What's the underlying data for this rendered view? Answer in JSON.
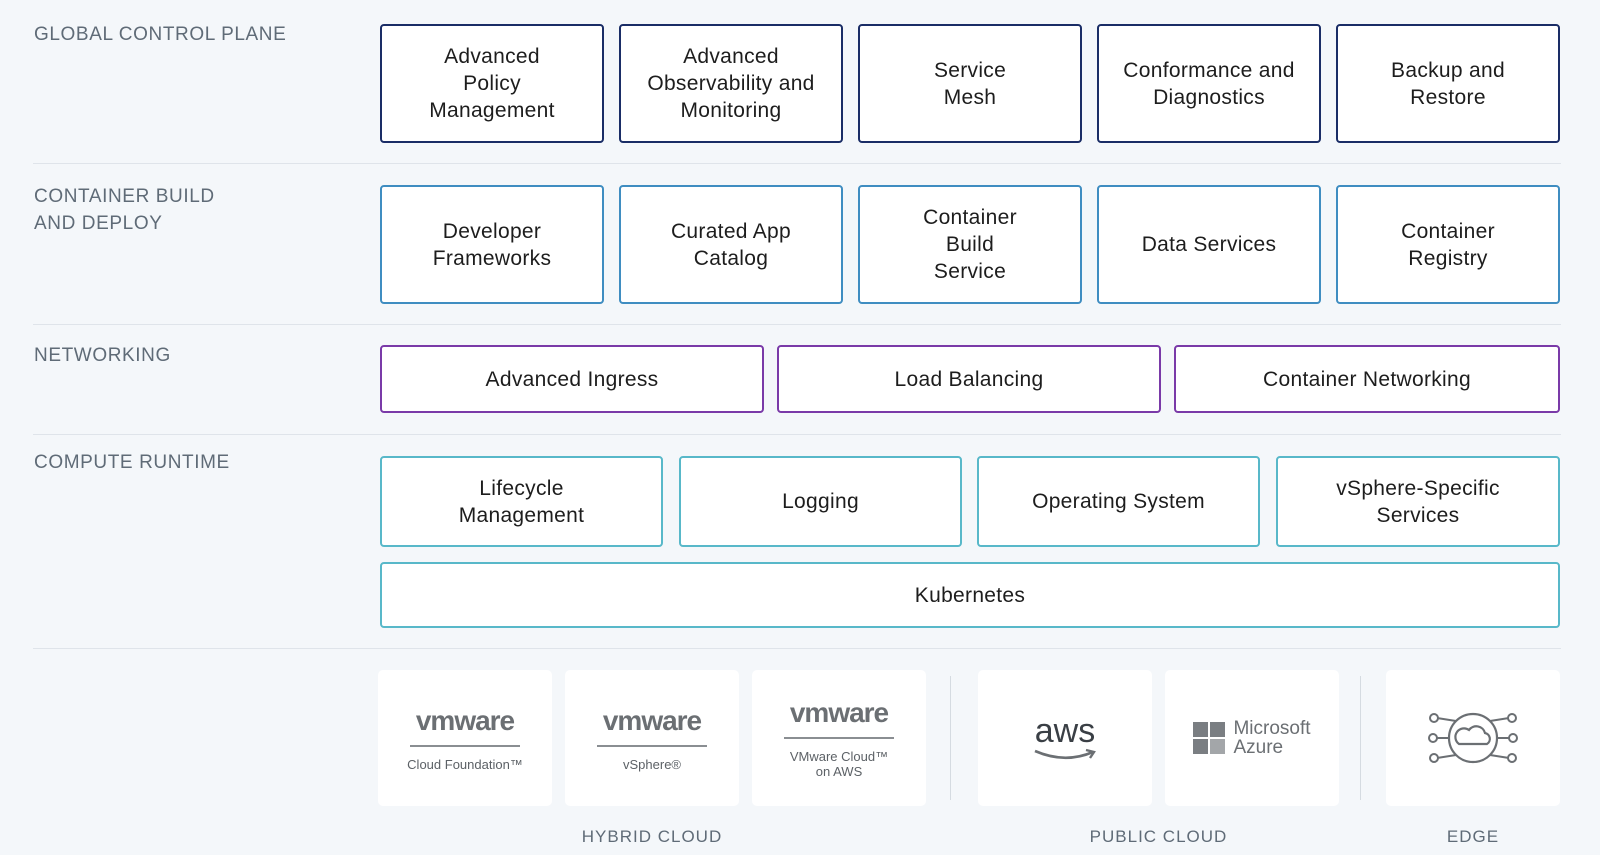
{
  "layers": {
    "global_control_plane": {
      "label": "GLOBAL CONTROL PLANE",
      "items": [
        "Advanced\nPolicy\nManagement",
        "Advanced\nObservability and\nMonitoring",
        "Service\nMesh",
        "Conformance and\nDiagnostics",
        "Backup and\nRestore"
      ],
      "border_color": "#1a2d66"
    },
    "container_build_and_deploy": {
      "label": "CONTAINER BUILD\nAND DEPLOY",
      "items": [
        "Developer\nFrameworks",
        "Curated App\nCatalog",
        "Container\nBuild\nService",
        "Data Services",
        "Container\nRegistry"
      ],
      "border_color": "#3f8dc1"
    },
    "networking": {
      "label": "NETWORKING",
      "items": [
        "Advanced Ingress",
        "Load Balancing",
        "Container Networking"
      ],
      "border_color": "#7a3aa8"
    },
    "compute_runtime": {
      "label": "COMPUTE RUNTIME",
      "items": [
        "Lifecycle\nManagement",
        "Logging",
        "Operating System",
        "vSphere-Specific\nServices"
      ],
      "base": "Kubernetes",
      "border_color": "#58b8c9"
    }
  },
  "platforms": {
    "hybrid_cloud": {
      "label": "HYBRID CLOUD",
      "cards": [
        {
          "logo": "vmware",
          "product": "Cloud Foundation™"
        },
        {
          "logo": "vmware",
          "product": "vSphere®"
        },
        {
          "logo": "vmware",
          "product": "VMware Cloud™\non AWS"
        }
      ]
    },
    "public_cloud": {
      "label": "PUBLIC CLOUD",
      "cards": [
        {
          "logo": "aws"
        },
        {
          "logo": "Microsoft\nAzure",
          "icon": "microsoft-grid-icon"
        }
      ]
    },
    "edge": {
      "label": "EDGE",
      "cards": [
        {
          "icon": "edge-cloud-network-icon"
        }
      ]
    }
  }
}
